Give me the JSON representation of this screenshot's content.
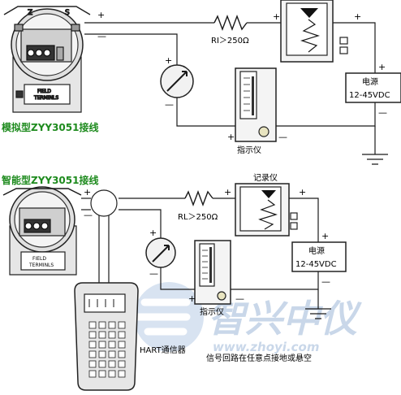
{
  "colors": {
    "title": "#1e8b1e",
    "wire": "#1a1a1a",
    "watermark": "#9db8d8",
    "device": "#dcdcdc",
    "led": "#e8e4c0"
  },
  "top": {
    "title": "模拟型ZYY3051接线",
    "terminal_z": "Z",
    "terminal_s": "S",
    "terminal_box": "FIELD\nTERMINLS",
    "resistor": "RI＞250Ω",
    "power_line1": "电源",
    "power_line2": "12-45VDC",
    "indicator": "指示仪",
    "plus": "+",
    "minus": "—"
  },
  "bottom": {
    "title": "智能型ZYY3051接线",
    "terminal_box": "FIELD\nTERMINLS",
    "recorder": "记录仪",
    "resistor": "RL＞250Ω",
    "power_line1": "电源",
    "power_line2": "12-45VDC",
    "indicator": "指示仪",
    "hart": "HART通信器",
    "note": "信号回路在任意点接地或悬空",
    "plus": "+",
    "minus": "—"
  },
  "watermark": {
    "cn": "智兴中仪",
    "url": "www.zhoyi.com"
  }
}
